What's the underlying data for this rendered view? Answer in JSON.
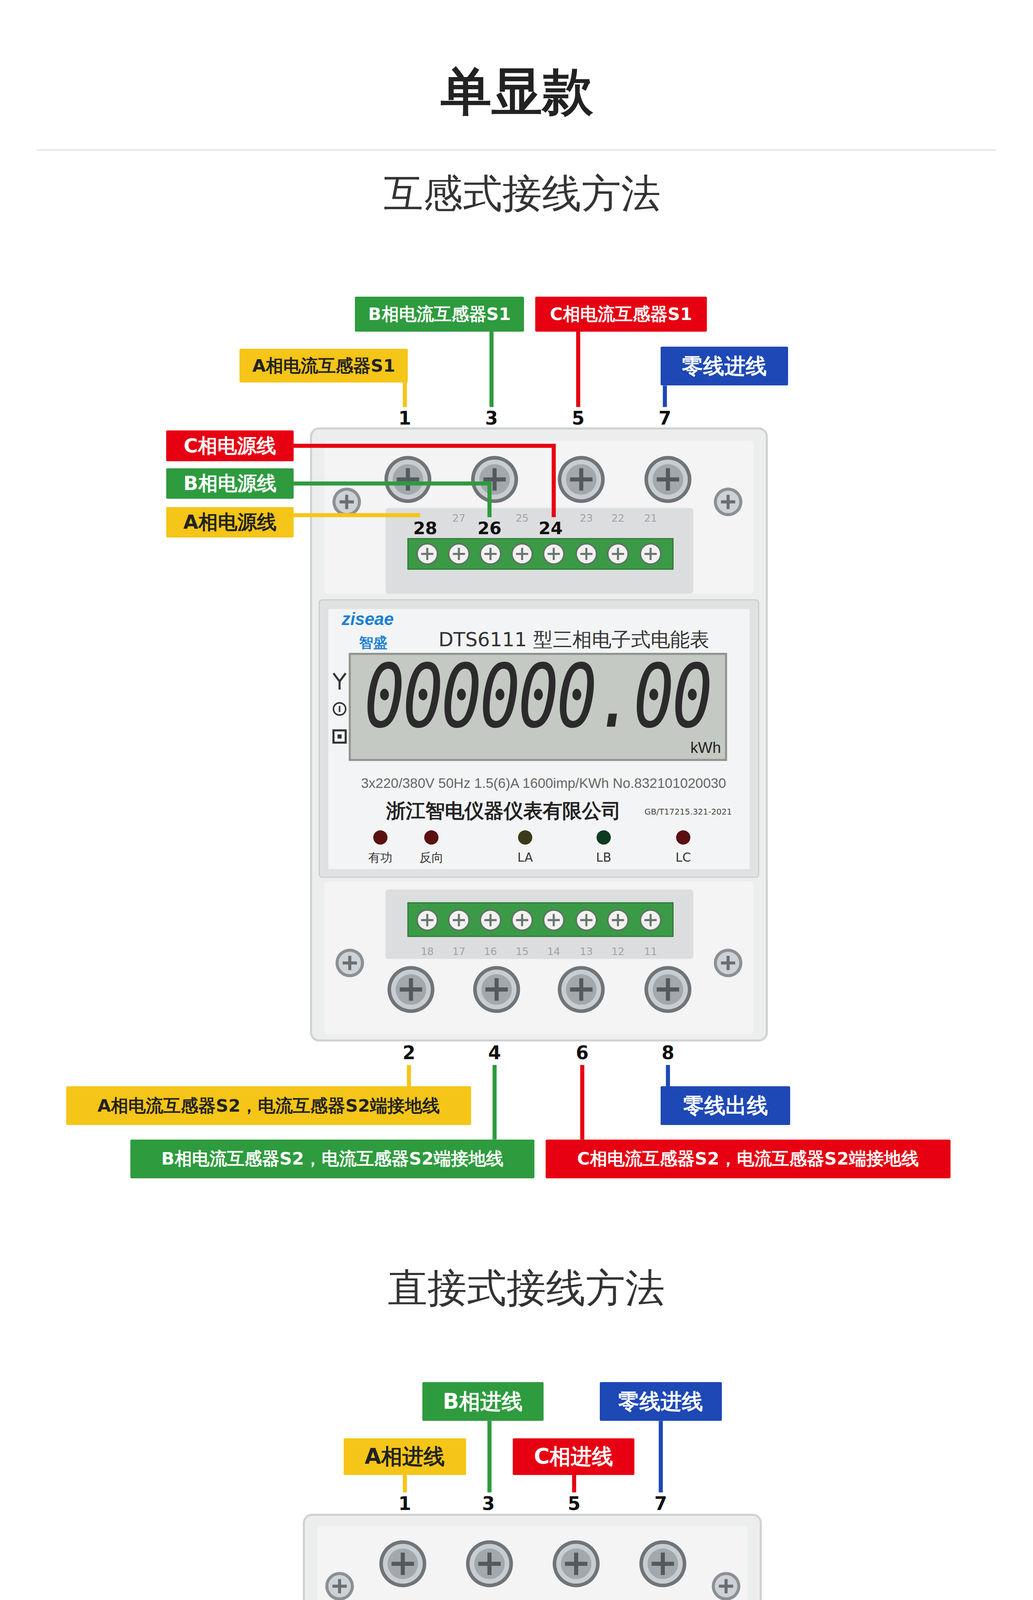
{
  "diagram": {
    "title": "单显款",
    "nodes": [
      {
        "text": [
          "B相电流互感器S1"
        ]
      },
      {
        "text": [
          "C相电流互感器S1"
        ]
      },
      {
        "text": [
          "A相电流互感器S1"
        ]
      },
      {
        "text": [
          "零线进线"
        ]
      },
      {
        "text": [
          "C相电源线"
        ]
      },
      {
        "text": [
          "B相电源线"
        ]
      },
      {
        "text": [
          "A相电源线"
        ]
      },
      {
        "text": [
          "A相电流互感器S2，电流互感器S2端接地线"
        ]
      },
      {
        "text": [
          "零线出线"
        ]
      },
      {
        "text": [
          "B相电流互感器S2，电流互感器S2端接地线"
        ]
      },
      {
        "text": [
          "C相电流互感器S2，电流互感器S2端接地线"
        ]
      },
      {
        "text": [
          "B相进线"
        ]
      },
      {
        "text": [
          "零线进线"
        ]
      },
      {
        "text": [
          "A相进线"
        ]
      },
      {
        "text": [
          "C相进线"
        ]
      }
    ],
    "labels": [
      "互感式接线方法",
      "1",
      "3",
      "5",
      "7",
      "28",
      "26",
      "24",
      "27",
      "25",
      "23",
      "22",
      "21",
      "ziseae",
      "智盛",
      "DTS6111 型三相电子式电能表",
      "000000.00",
      "kWh",
      "3x220/380V 50Hz 1.5(6)A 1600imp/KWh No.832101020030",
      "浙江智电仪器仪表有限公司",
      "GB/T17215.321-2021",
      "有功",
      "反向",
      "LA",
      "LB",
      "LC",
      "18",
      "17",
      "16",
      "15",
      "14",
      "13",
      "12",
      "11",
      "2",
      "4",
      "6",
      "8",
      "直接式接线方法",
      "1",
      "3",
      "5",
      "7"
    ]
  }
}
